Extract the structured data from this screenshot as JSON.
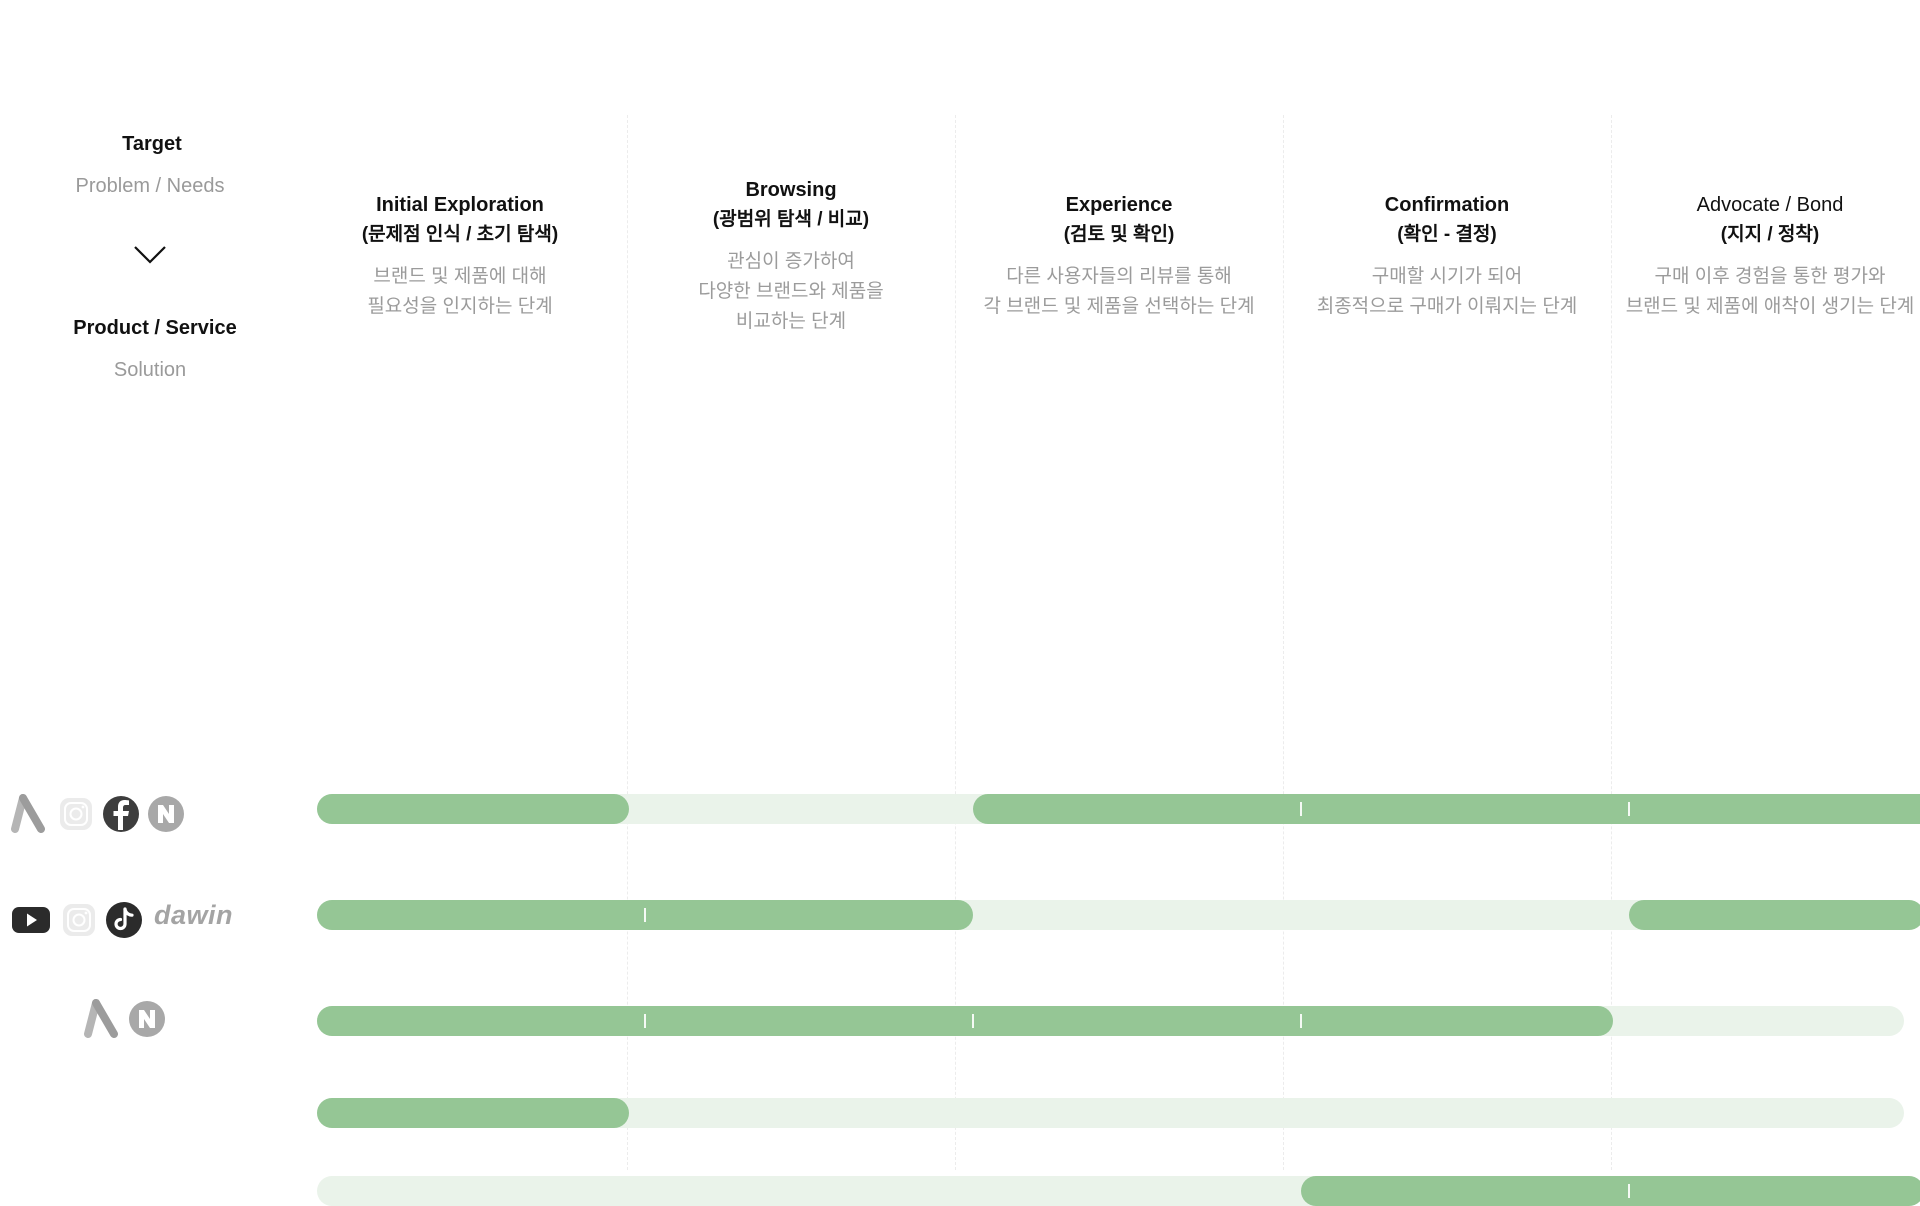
{
  "left_panel": {
    "target_title": "Target",
    "target_sub": "Problem / Needs",
    "product_title": "Product / Service",
    "product_sub": "Solution"
  },
  "stages": [
    {
      "title": "Initial Exploration",
      "subtitle": "(문제점 인식 / 초기 탐색)",
      "desc": "브랜드 및 제품에 대해\n필요성을 인지하는 단계"
    },
    {
      "title": "Browsing",
      "subtitle": "(광범위 탐색 / 비교)",
      "desc": "관심이 증가하여\n다양한 브랜드와 제품을\n비교하는 단계"
    },
    {
      "title": "Experience",
      "subtitle": "(검토 및 확인)",
      "desc": "다른 사용자들의 리뷰를 통해\n각 브랜드 및 제품을 선택하는 단계"
    },
    {
      "title": "Confirmation",
      "subtitle": "(확인 - 결정)",
      "desc": "구매할 시기가 되어\n최종적으로 구매가 이뤄지는 단계"
    },
    {
      "title": "Advocate / Bond",
      "subtitle": "(지지 / 정착)",
      "desc": "구매 이후 경험을 통한 평가와\n브랜드 및 제품에 애착이 생기는 단계"
    }
  ],
  "channel_rows": [
    {
      "icons": [
        "ads-triangle-icon",
        "instagram-icon",
        "facebook-icon",
        "naver-icon"
      ],
      "segments": [
        [
          0,
          0.95
        ],
        [
          2,
          5
        ]
      ]
    },
    {
      "icons": [
        "youtube-icon",
        "instagram-icon",
        "tiktok-icon"
      ],
      "logo_text": "dawin",
      "segments": [
        [
          0,
          2
        ],
        [
          4,
          4.9
        ]
      ]
    },
    {
      "icons": [
        "ads-triangle-icon",
        "naver-icon"
      ],
      "segments": [
        [
          0,
          3.95
        ]
      ]
    },
    {
      "icons": [],
      "segments": [
        [
          0,
          0.95
        ]
      ]
    },
    {
      "icons": [],
      "segments": [
        [
          3,
          4.9
        ]
      ]
    }
  ],
  "colors": {
    "bar_active": "#95c695",
    "bar_track": "#eaf3ea",
    "icon_gray": "#a8a8a8",
    "icon_dark": "#2b2b2b"
  }
}
